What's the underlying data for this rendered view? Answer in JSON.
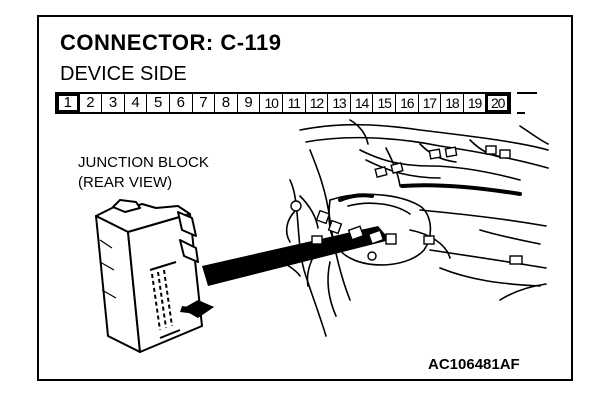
{
  "connector": {
    "title": "CONNECTOR: C-119",
    "subtitle": "DEVICE SIDE",
    "pins": [
      "1",
      "2",
      "3",
      "4",
      "5",
      "6",
      "7",
      "8",
      "9",
      "10",
      "11",
      "12",
      "13",
      "14",
      "15",
      "16",
      "17",
      "18",
      "19",
      "20"
    ]
  },
  "junction_block": {
    "line1": "JUNCTION BLOCK",
    "line2": "(REAR VIEW)"
  },
  "figure_code": "AC106481AF"
}
